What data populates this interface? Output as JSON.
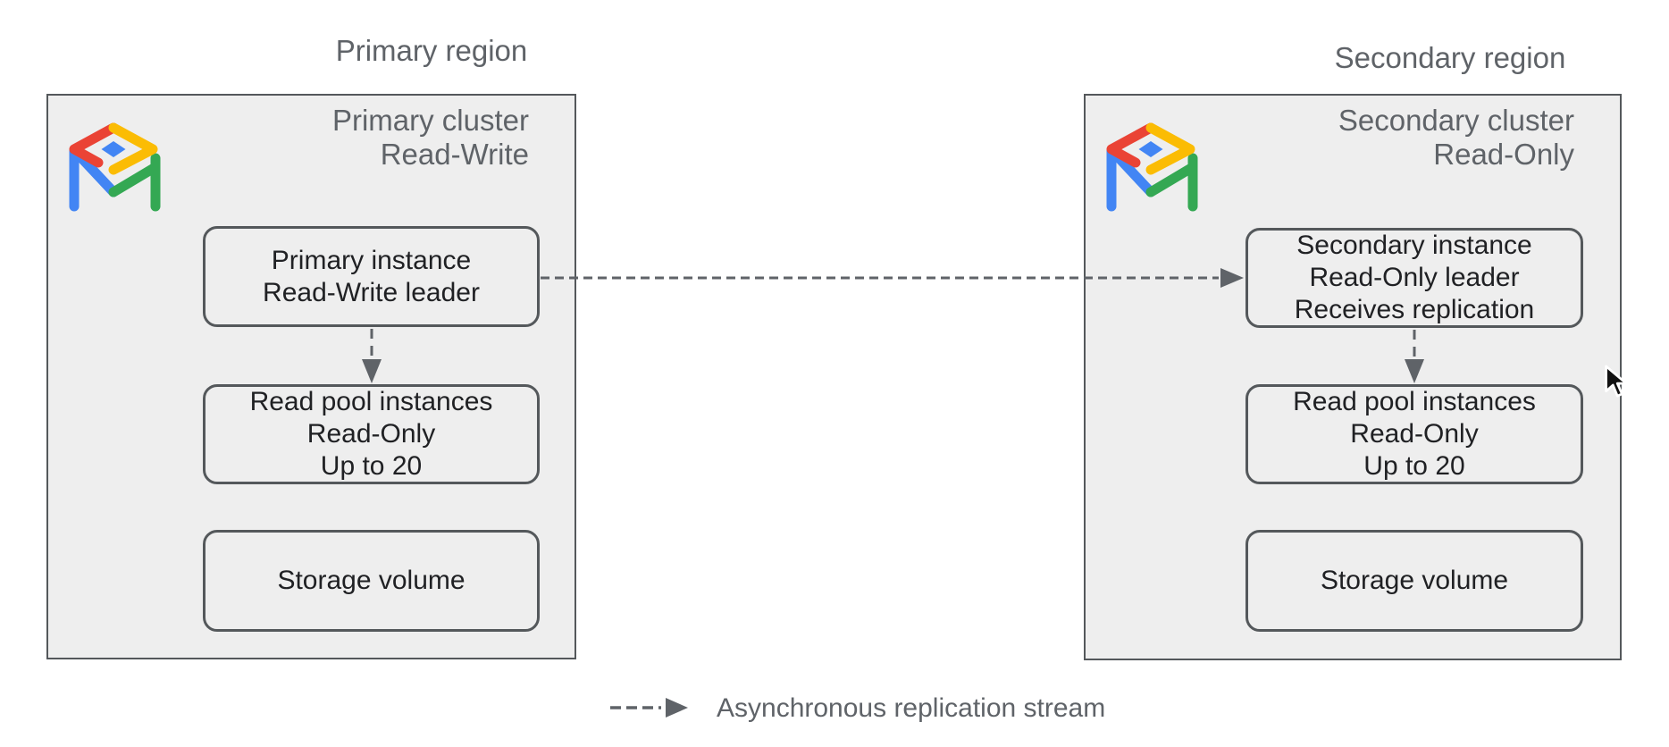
{
  "regions": {
    "primary": {
      "label": "Primary region",
      "cluster": {
        "title_line1": "Primary cluster",
        "title_line2": "Read-Write",
        "instance_line1": "Primary instance",
        "instance_line2": "Read-Write leader",
        "read_pool_line1": "Read pool instances",
        "read_pool_line2": "Read-Only",
        "read_pool_line3": "Up to 20",
        "storage_label": "Storage volume"
      }
    },
    "secondary": {
      "label": "Secondary region",
      "cluster": {
        "title_line1": "Secondary cluster",
        "title_line2": "Read-Only",
        "instance_line1": "Secondary instance",
        "instance_line2": "Read-Only leader",
        "instance_line3": "Receives replication",
        "read_pool_line1": "Read pool instances",
        "read_pool_line2": "Read-Only",
        "read_pool_line3": "Up to 20",
        "storage_label": "Storage volume"
      }
    }
  },
  "legend": {
    "label": "Asynchronous replication stream"
  },
  "icons": {
    "cluster_logo": "alloydb-logo",
    "replication_arrow": "dashed-arrow-right",
    "instance_to_pool_arrow": "dashed-arrow-down",
    "legend_arrow": "dashed-arrow-right",
    "pointer": "mouse-cursor"
  },
  "colors": {
    "background": "#ffffff",
    "box_fill": "#eeeeee",
    "box_border": "#54585b",
    "muted_text": "#5f6368",
    "node_text": "#202124",
    "arrow": "#5f6368",
    "logo_blue": "#4285F4",
    "logo_red": "#EA4335",
    "logo_yellow": "#FBBC04",
    "logo_green": "#34A853",
    "cursor_fill": "#111111",
    "cursor_outline": "#ffffff"
  }
}
